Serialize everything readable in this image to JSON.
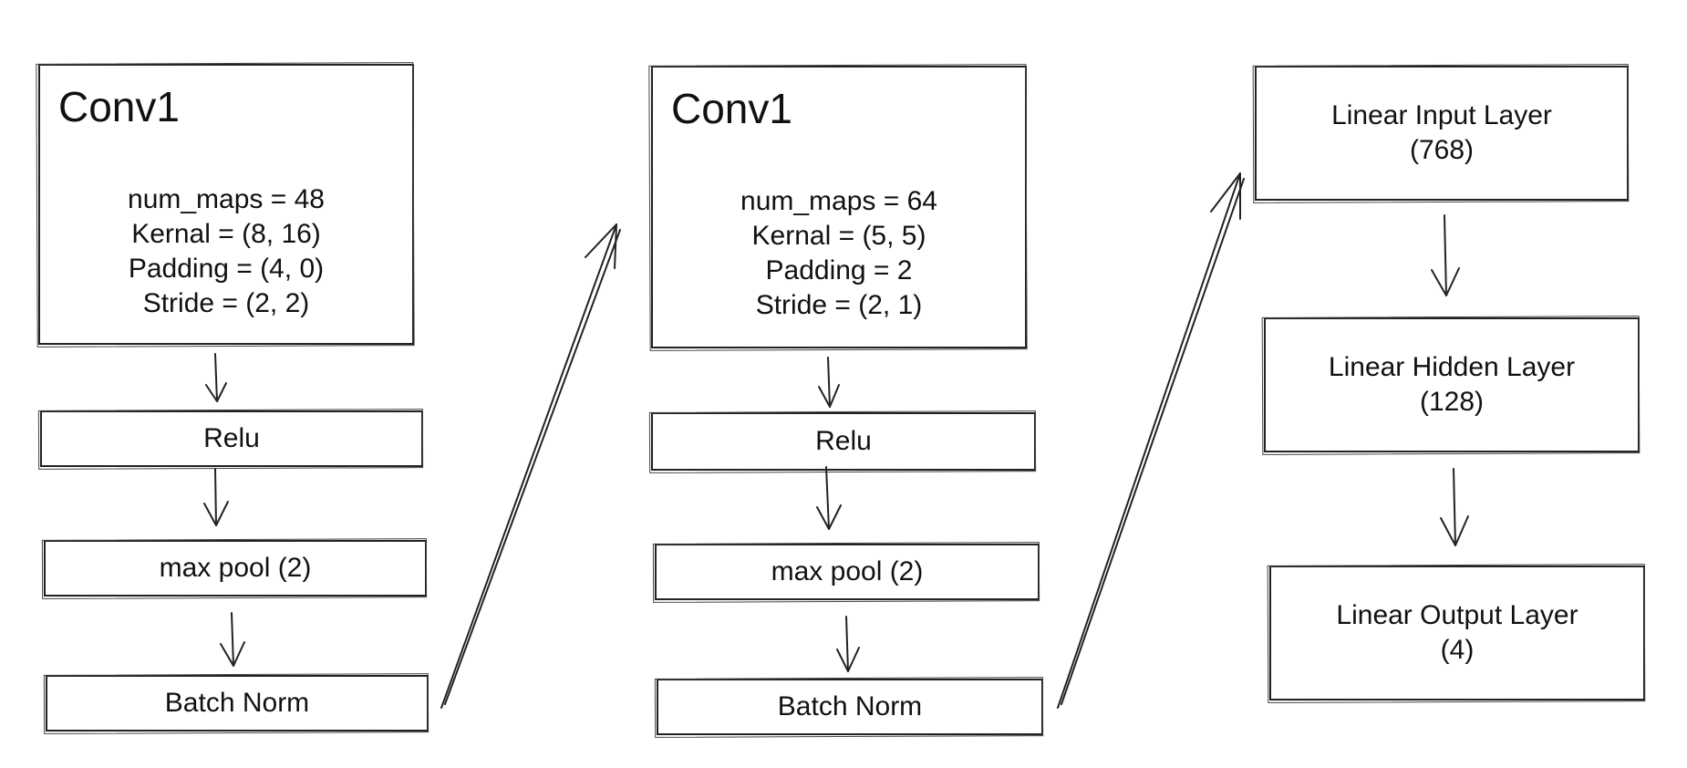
{
  "stage1": {
    "conv": {
      "title": "Conv1",
      "params": [
        "num_maps =  48",
        "Kernal = (8, 16)",
        "Padding = (4, 0)",
        "Stride = (2, 2)"
      ]
    },
    "relu": "Relu",
    "pool": "max pool (2)",
    "norm": "Batch Norm"
  },
  "stage2": {
    "conv": {
      "title": "Conv1",
      "params": [
        "num_maps =  64",
        "Kernal = (5, 5)",
        "Padding = 2",
        "Stride = (2, 1)"
      ]
    },
    "relu": "Relu",
    "pool": "max pool (2)",
    "norm": "Batch Norm"
  },
  "stage3": {
    "input": [
      "Linear Input Layer",
      "(768)"
    ],
    "hidden": [
      "Linear Hidden Layer",
      "(128)"
    ],
    "output": [
      "Linear Output Layer",
      "(4)"
    ]
  }
}
